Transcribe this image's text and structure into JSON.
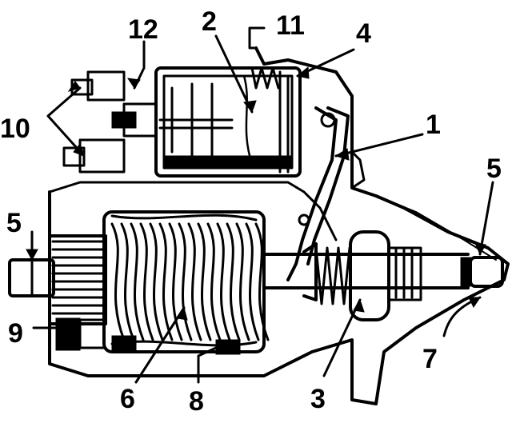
{
  "diagram": {
    "labels": [
      "12",
      "2",
      "11",
      "4",
      "10",
      "1",
      "5",
      "5",
      "9",
      "6",
      "8",
      "3",
      "7"
    ]
  },
  "colors": {
    "ink": "#000000",
    "paper": "#ffffff"
  }
}
